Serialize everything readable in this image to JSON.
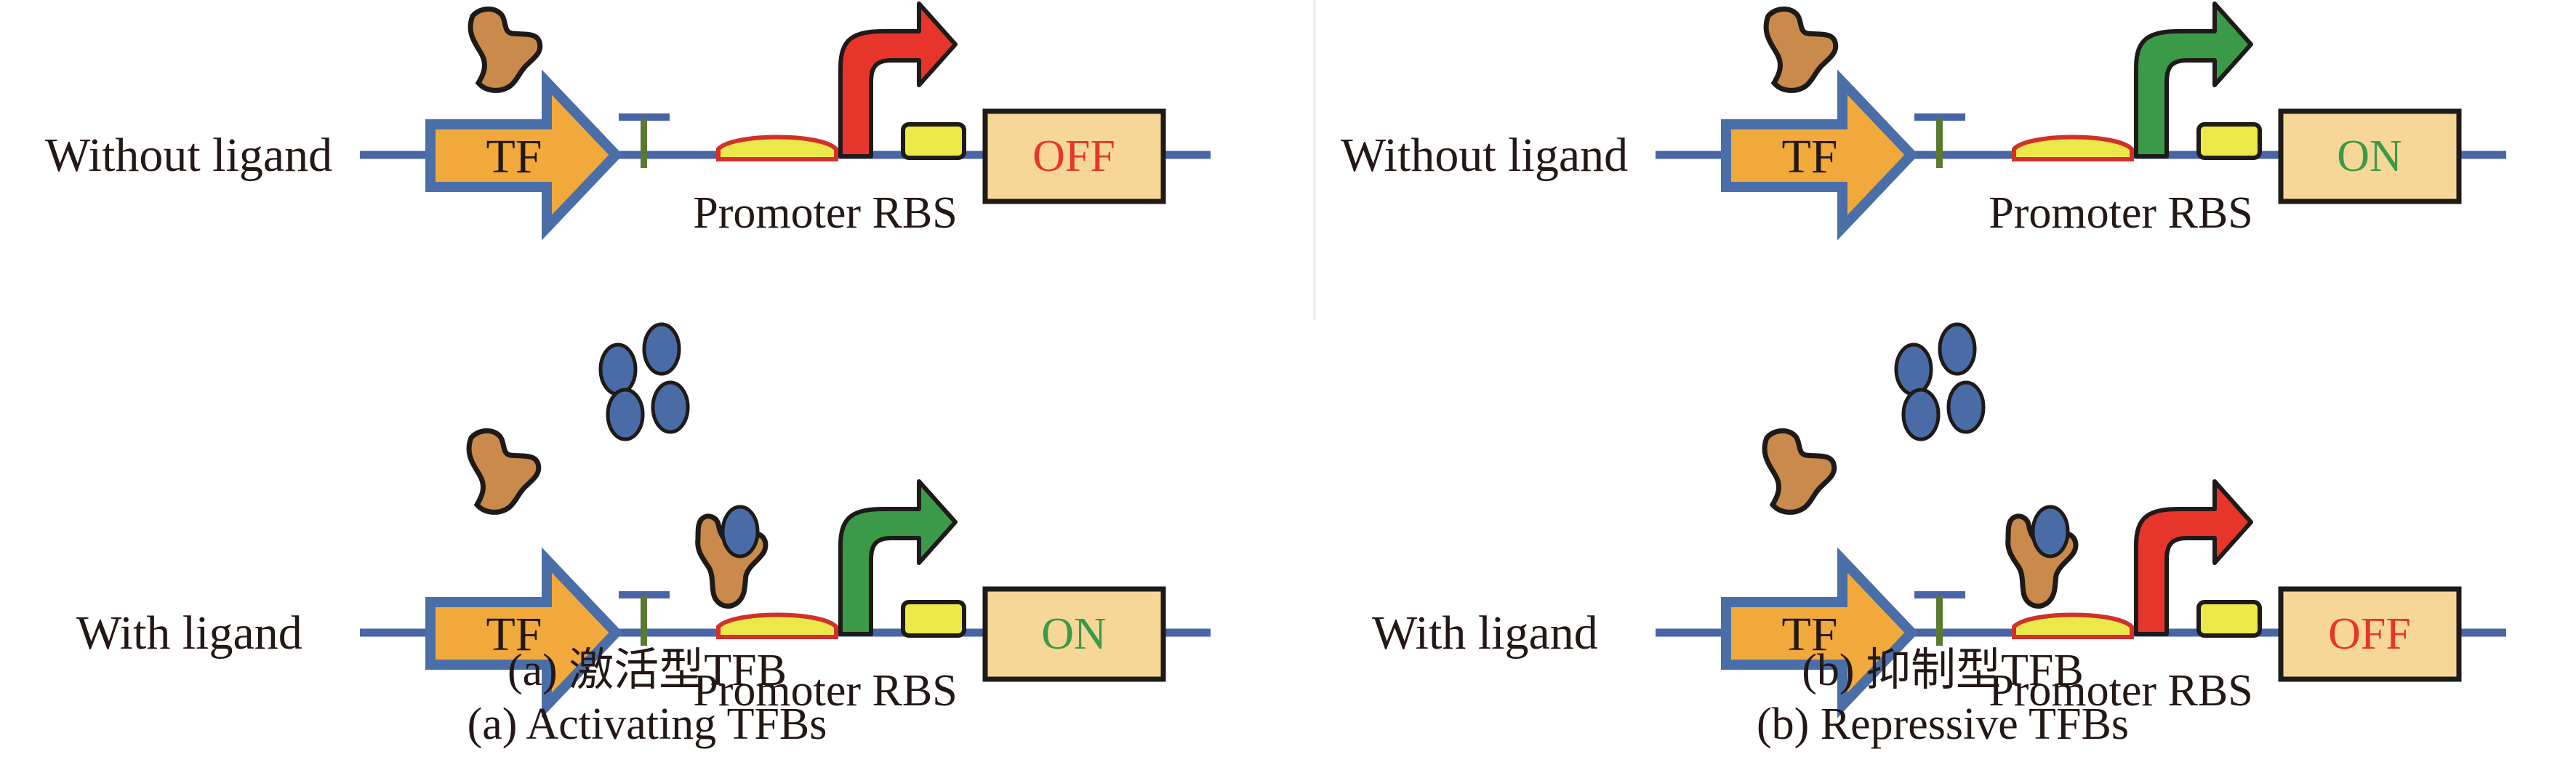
{
  "figure": {
    "panels": [
      {
        "id": "a",
        "caption_cn": "(a) 激活型TFB",
        "caption_en": "(a) Activating TFBs",
        "rows": [
          {
            "condition": "Without ligand",
            "tf_label": "TF",
            "promoter_label": "Promoter RBS",
            "output_state": "OFF",
            "output_color": "#E8352B",
            "arrow_color": "#E8352B",
            "tf_bound_to_promoter": false,
            "ligand_present": false
          },
          {
            "condition": "With ligand",
            "tf_label": "TF",
            "promoter_label": "Promoter RBS",
            "output_state": "ON",
            "output_color": "#3A9A48",
            "arrow_color": "#3A9A48",
            "tf_bound_to_promoter": true,
            "ligand_present": true
          }
        ]
      },
      {
        "id": "b",
        "caption_cn": "(b) 抑制型TFB",
        "caption_en": "(b) Repressive TFBs",
        "rows": [
          {
            "condition": "Without ligand",
            "tf_label": "TF",
            "promoter_label": "Promoter RBS",
            "output_state": "ON",
            "output_color": "#3A9A48",
            "arrow_color": "#3A9A48",
            "tf_bound_to_promoter": false,
            "ligand_present": false
          },
          {
            "condition": "With ligand",
            "tf_label": "TF",
            "promoter_label": "Promoter RBS",
            "output_state": "OFF",
            "output_color": "#E8352B",
            "arrow_color": "#E8352B",
            "tf_bound_to_promoter": true,
            "ligand_present": true
          }
        ]
      }
    ],
    "colors": {
      "dna": "#4A64A8",
      "tf_gene_fill": "#F2A93B",
      "tf_gene_border": "#4A6FA8",
      "terminator_bar": "#4A64A8",
      "terminator_stem": "#5A7A32",
      "promoter_fill": "#EDE84A",
      "promoter_border": "#D2302A",
      "rbs_fill": "#EDE84A",
      "reporter_fill": "#F7D798",
      "tf_protein": "#C98A4B",
      "ligand": "#4A6CA6",
      "outline": "#1E1A18"
    }
  }
}
